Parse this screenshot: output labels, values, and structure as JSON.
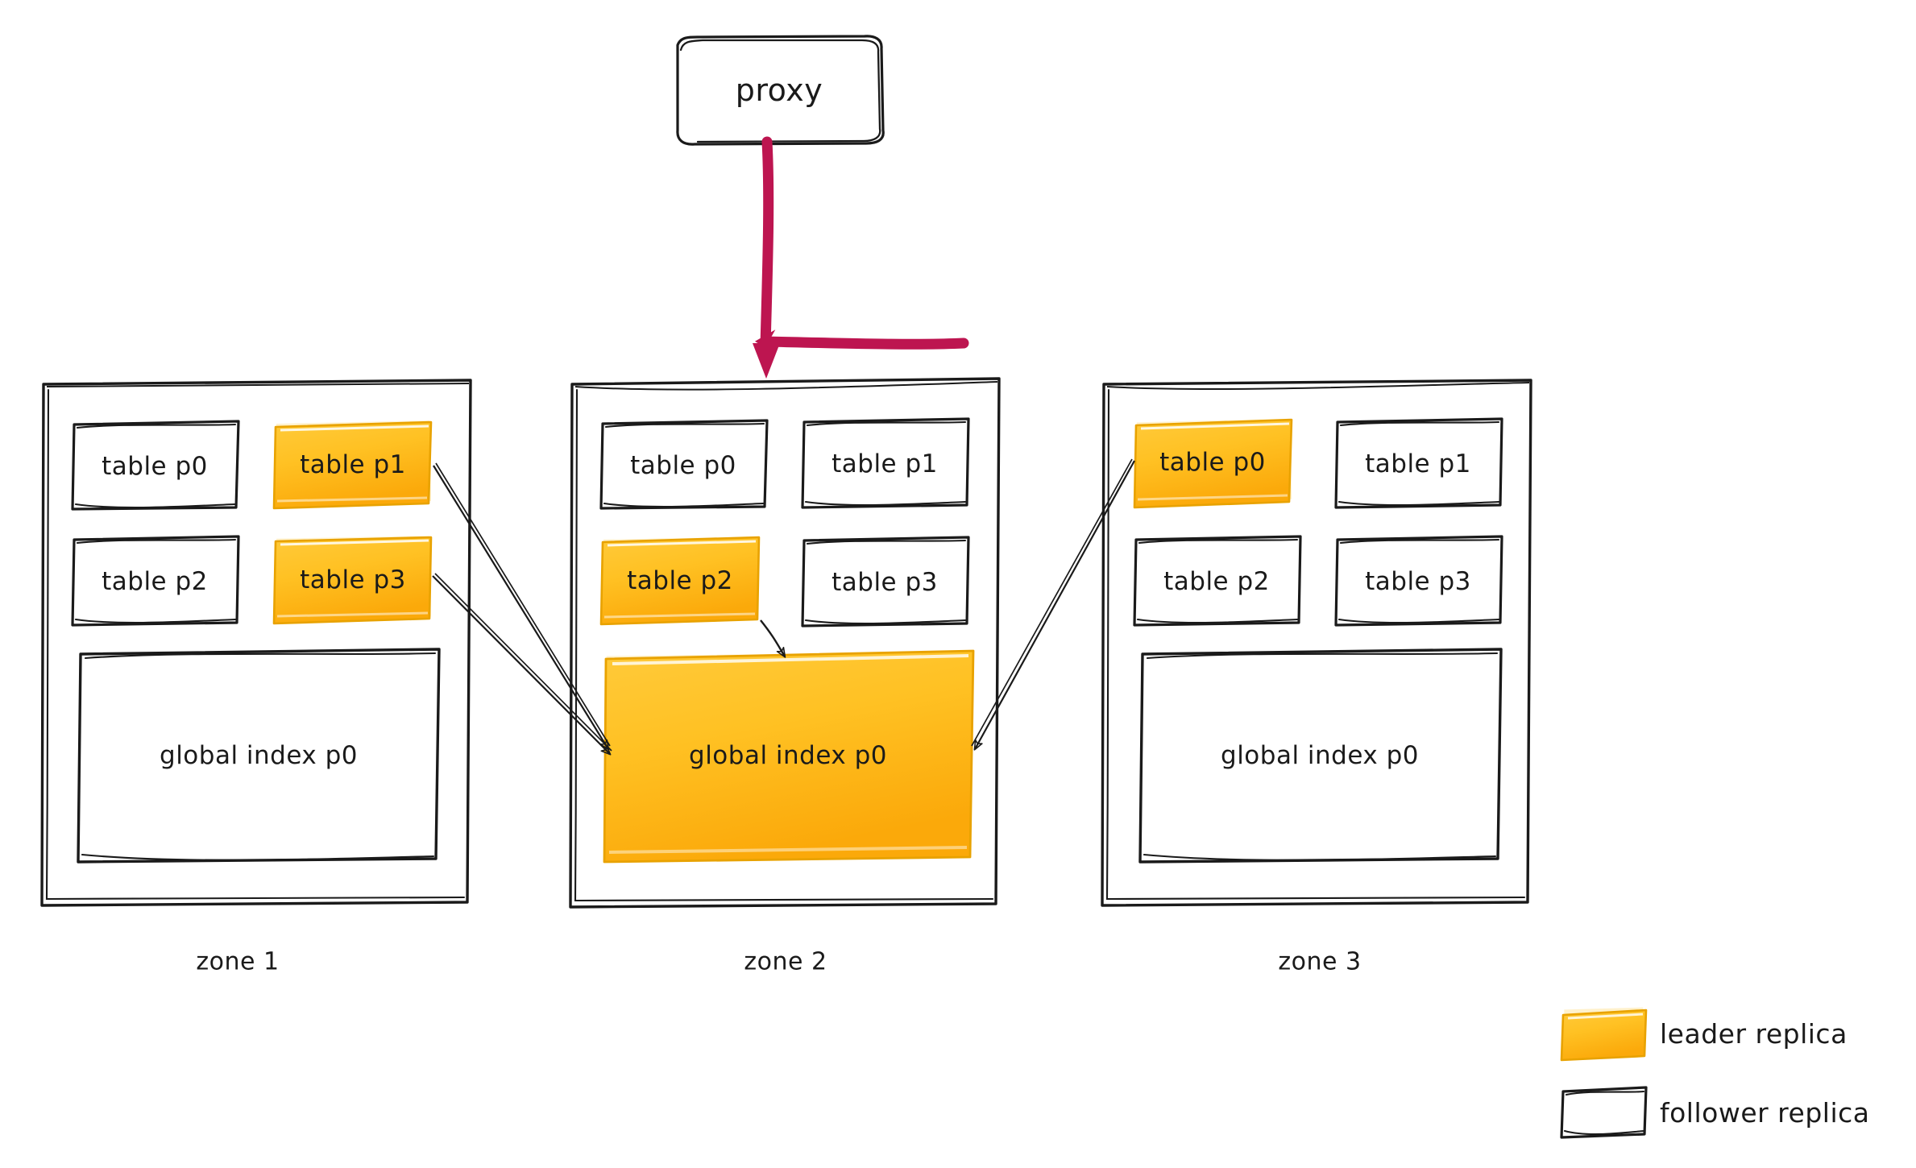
{
  "diagram": {
    "title_node": {
      "label": "proxy",
      "name": "proxy-node"
    },
    "colors": {
      "leader_fill": "#FFC123",
      "leader_fill_dark": "#FAA307",
      "leader_stroke": "#E8A200",
      "follower_fill": "#FFFFFF",
      "follower_stroke": "#1a1a1a",
      "arrow_proxy": "#BD1550",
      "arrow_thin": "#1a1a1a",
      "text": "#1a1a1a"
    },
    "zones": [
      {
        "name": "zone-1",
        "label": "zone 1",
        "partitions": [
          {
            "label": "table p0",
            "role": "follower"
          },
          {
            "label": "table p1",
            "role": "leader"
          },
          {
            "label": "table p2",
            "role": "follower"
          },
          {
            "label": "table p3",
            "role": "leader"
          }
        ],
        "index": {
          "label": "global index p0",
          "role": "follower"
        }
      },
      {
        "name": "zone-2",
        "label": "zone 2",
        "partitions": [
          {
            "label": "table p0",
            "role": "follower"
          },
          {
            "label": "table p1",
            "role": "follower"
          },
          {
            "label": "table p2",
            "role": "leader"
          },
          {
            "label": "table p3",
            "role": "follower"
          }
        ],
        "index": {
          "label": "global index p0",
          "role": "leader"
        }
      },
      {
        "name": "zone-3",
        "label": "zone 3",
        "partitions": [
          {
            "label": "table p0",
            "role": "leader"
          },
          {
            "label": "table p1",
            "role": "follower"
          },
          {
            "label": "table p2",
            "role": "follower"
          },
          {
            "label": "table p3",
            "role": "follower"
          }
        ],
        "index": {
          "label": "global index p0",
          "role": "follower"
        }
      }
    ],
    "legend": {
      "items": [
        {
          "label": "leader replica",
          "role": "leader"
        },
        {
          "label": "follower replica",
          "role": "follower"
        }
      ]
    },
    "edges": [
      {
        "from": "zone-1 table p1",
        "to": "zone-2 global index p0"
      },
      {
        "from": "zone-1 table p3",
        "to": "zone-2 global index p0"
      },
      {
        "from": "zone-2 table p2",
        "to": "zone-2 global index p0"
      },
      {
        "from": "zone-3 table p0",
        "to": "zone-2 global index p0"
      },
      {
        "from": "proxy",
        "to": "zone-2"
      }
    ]
  }
}
